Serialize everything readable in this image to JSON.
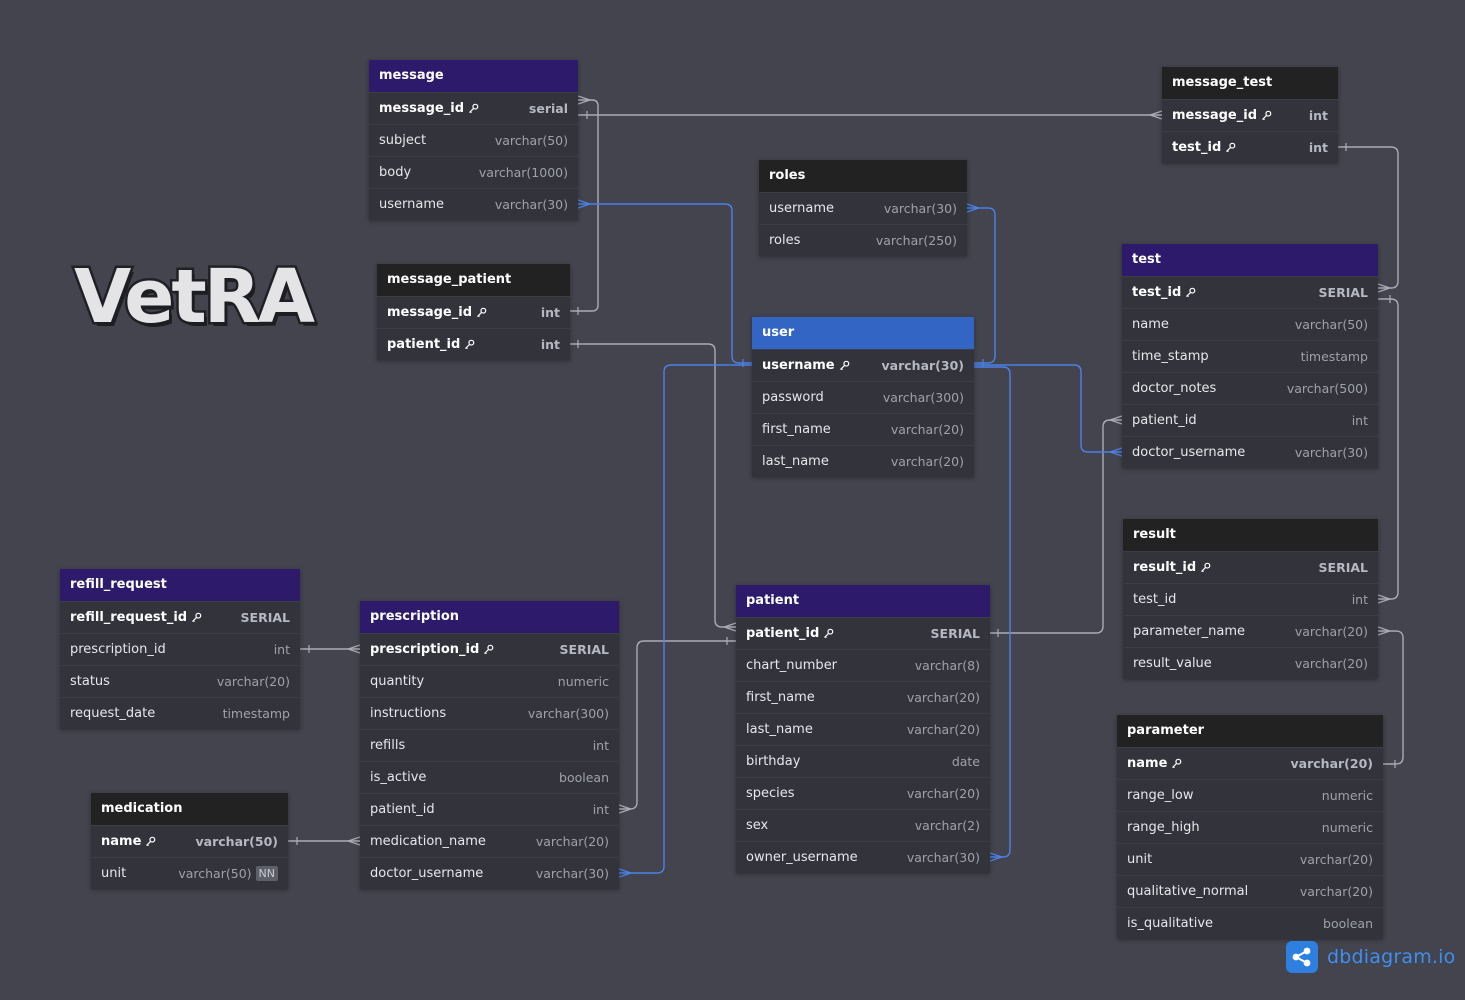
{
  "logo": {
    "text": "VetRA"
  },
  "brand": {
    "text": "dbdiagram.io"
  },
  "colors": {
    "background": "#43444d",
    "header_purple": "#2e1a6b",
    "header_black": "#222222",
    "header_blue": "#3366c4",
    "line_blue": "#4a82e8",
    "line_gray": "#a9acb5"
  },
  "tables": [
    {
      "id": "message",
      "title": "message",
      "header": "purple",
      "columns": [
        {
          "name": "message_id",
          "type": "serial",
          "pk": true
        },
        {
          "name": "subject",
          "type": "varchar(50)"
        },
        {
          "name": "body",
          "type": "varchar(1000)"
        },
        {
          "name": "username",
          "type": "varchar(30)"
        }
      ]
    },
    {
      "id": "message_test",
      "title": "message_test",
      "header": "black",
      "columns": [
        {
          "name": "message_id",
          "type": "int",
          "pk": true
        },
        {
          "name": "test_id",
          "type": "int",
          "pk": true
        }
      ]
    },
    {
      "id": "roles",
      "title": "roles",
      "header": "black",
      "columns": [
        {
          "name": "username",
          "type": "varchar(30)"
        },
        {
          "name": "roles",
          "type": "varchar(250)"
        }
      ]
    },
    {
      "id": "message_patient",
      "title": "message_patient",
      "header": "black",
      "columns": [
        {
          "name": "message_id",
          "type": "int",
          "pk": true
        },
        {
          "name": "patient_id",
          "type": "int",
          "pk": true
        }
      ]
    },
    {
      "id": "test",
      "title": "test",
      "header": "purple",
      "columns": [
        {
          "name": "test_id",
          "type": "SERIAL",
          "pk": true
        },
        {
          "name": "name",
          "type": "varchar(50)"
        },
        {
          "name": "time_stamp",
          "type": "timestamp"
        },
        {
          "name": "doctor_notes",
          "type": "varchar(500)"
        },
        {
          "name": "patient_id",
          "type": "int"
        },
        {
          "name": "doctor_username",
          "type": "varchar(30)"
        }
      ]
    },
    {
      "id": "user",
      "title": "user",
      "header": "blue",
      "columns": [
        {
          "name": "username",
          "type": "varchar(30)",
          "pk": true
        },
        {
          "name": "password",
          "type": "varchar(300)"
        },
        {
          "name": "first_name",
          "type": "varchar(20)"
        },
        {
          "name": "last_name",
          "type": "varchar(20)"
        }
      ]
    },
    {
      "id": "result",
      "title": "result",
      "header": "black",
      "columns": [
        {
          "name": "result_id",
          "type": "SERIAL",
          "pk": true
        },
        {
          "name": "test_id",
          "type": "int"
        },
        {
          "name": "parameter_name",
          "type": "varchar(20)"
        },
        {
          "name": "result_value",
          "type": "varchar(20)"
        }
      ]
    },
    {
      "id": "refill_request",
      "title": "refill_request",
      "header": "purple",
      "columns": [
        {
          "name": "refill_request_id",
          "type": "SERIAL",
          "pk": true
        },
        {
          "name": "prescription_id",
          "type": "int"
        },
        {
          "name": "status",
          "type": "varchar(20)"
        },
        {
          "name": "request_date",
          "type": "timestamp"
        }
      ]
    },
    {
      "id": "prescription",
      "title": "prescription",
      "header": "purple",
      "columns": [
        {
          "name": "prescription_id",
          "type": "SERIAL",
          "pk": true
        },
        {
          "name": "quantity",
          "type": "numeric"
        },
        {
          "name": "instructions",
          "type": "varchar(300)"
        },
        {
          "name": "refills",
          "type": "int"
        },
        {
          "name": "is_active",
          "type": "boolean"
        },
        {
          "name": "patient_id",
          "type": "int"
        },
        {
          "name": "medication_name",
          "type": "varchar(20)"
        },
        {
          "name": "doctor_username",
          "type": "varchar(30)"
        }
      ]
    },
    {
      "id": "patient",
      "title": "patient",
      "header": "purple",
      "columns": [
        {
          "name": "patient_id",
          "type": "SERIAL",
          "pk": true
        },
        {
          "name": "chart_number",
          "type": "varchar(8)"
        },
        {
          "name": "first_name",
          "type": "varchar(20)"
        },
        {
          "name": "last_name",
          "type": "varchar(20)"
        },
        {
          "name": "birthday",
          "type": "date"
        },
        {
          "name": "species",
          "type": "varchar(20)"
        },
        {
          "name": "sex",
          "type": "varchar(2)"
        },
        {
          "name": "owner_username",
          "type": "varchar(30)"
        }
      ]
    },
    {
      "id": "medication",
      "title": "medication",
      "header": "black",
      "columns": [
        {
          "name": "name",
          "type": "varchar(50)",
          "pk": true
        },
        {
          "name": "unit",
          "type": "varchar(50)",
          "badge": "NN"
        }
      ]
    },
    {
      "id": "parameter",
      "title": "parameter",
      "header": "black",
      "columns": [
        {
          "name": "name",
          "type": "varchar(20)",
          "pk": true
        },
        {
          "name": "range_low",
          "type": "numeric"
        },
        {
          "name": "range_high",
          "type": "numeric"
        },
        {
          "name": "unit",
          "type": "varchar(20)"
        },
        {
          "name": "qualitative_normal",
          "type": "varchar(20)"
        },
        {
          "name": "is_qualitative",
          "type": "boolean"
        }
      ]
    }
  ]
}
